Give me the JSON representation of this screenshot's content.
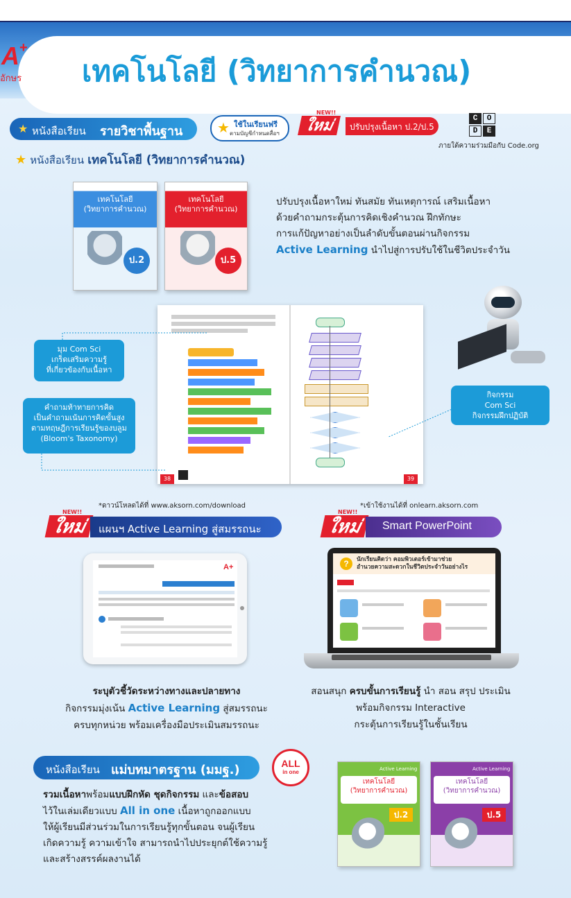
{
  "brand": {
    "logo": "A",
    "logo_plus": "+",
    "logo_text": "อักษร",
    "color": "#e3202d"
  },
  "header": {
    "title": "เทคโนโลยี (วิทยาการคำนวณ)",
    "title_color": "#1a9bd8"
  },
  "textbook": {
    "badge_prefix": "หนังสือเรียน",
    "badge_strong": "รายวิชาพื้นฐาน",
    "approved_line1": "ใช้ในเรียนฟรี",
    "approved_line2": "ตามบัญชีกำหนดสื่อฯ",
    "new_tag": "NEW!!",
    "new_label": "ใหม่",
    "update_text": "ปรับปรุงเนื้อหา ป.2/ป.5",
    "code_letters": [
      "C",
      "O",
      "D",
      "E"
    ],
    "code_caption": "ภายใต้ความร่วมมือกับ Code.org",
    "subtitle_prefix": "หนังสือเรียน",
    "subtitle_strong": "เทคโนโลยี (วิทยาการคำนวณ)"
  },
  "books": [
    {
      "title": "เทคโนโลยี\n(วิทยาการคำนวณ)",
      "grade": "ป.2",
      "color": "#2b7fd0"
    },
    {
      "title": "เทคโนโลยี\n(วิทยาการคำนวณ)",
      "grade": "ป.5",
      "color": "#e3202d"
    }
  ],
  "intro": {
    "line1": "ปรับปรุงเนื้อหาใหม่ ทันสมัย ทันเหตุการณ์ เสริมเนื้อหา",
    "line2": "ด้วยคำถามกระตุ้นการคิดเชิงคำนวณ ฝึกทักษะ",
    "line3": "การแก้ปัญหาอย่างเป็นลำดับขั้นตอนผ่านกิจกรรม",
    "highlight": "Active Learning",
    "line4_rest": " นำไปสู่การปรับใช้ในชีวิตประจำวัน"
  },
  "spread": {
    "page_left": "38",
    "page_right": "39"
  },
  "callouts": {
    "left1": "มุม Com Sci\nเกร็ดเสริมความรู้\nที่เกี่ยวข้องกับเนื้อหา",
    "left2": "คำถามท้าทายการคิด\nเป็นคำถามเน้นการคิดขั้นสูง\nตามทฤษฎีการเรียนรู้ของบลูม\n(Bloom's Taxonomy)",
    "right": "กิจกรรม\nCom Sci\nกิจกรรมฝึกปฏิบัติ"
  },
  "plan": {
    "note": "*ดาวน์โหลดได้ที่ www.aksorn.com/download",
    "new_tag": "NEW!!",
    "new_label": "ใหม่",
    "title": "แผนฯ Active Learning สู่สมรรถนะ",
    "desc_bold": "ระบุตัวชี้วัดระหว่างทางและปลายทาง",
    "desc2_prefix": "กิจกรรมมุ่งเน้น ",
    "desc2_hl": "Active Learning",
    "desc2_rest": " สู่สมรรถนะ",
    "desc3": "ครบทุกหน่วย พร้อมเครื่องมือประเมินสมรรถนะ"
  },
  "ppt": {
    "note": "*เข้าใช้งานได้ที่ onlearn.aksorn.com",
    "new_tag": "NEW!!",
    "new_label": "ใหม่",
    "title": "Smart PowerPoint",
    "screen_question": "นักเรียนคิดว่า คอมพิวเตอร์เข้ามาช่วย\nอำนวยความสะดวกในชีวิตประจำวันอย่างไร",
    "desc1_prefix": "สอนสนุก ",
    "desc1_bold": "ครบขั้นการเรียนรู้",
    "desc1_rest": " นำ สอน สรุป ประเมิน",
    "desc2": "พร้อมกิจกรรม Interactive",
    "desc3": "กระตุ้นการเรียนรู้ในชั้นเรียน"
  },
  "standard": {
    "title_prefix": "หนังสือเรียน",
    "title_strong": "แม่บทมาตรฐาน (มมฐ.)",
    "allinone_1": "ALL",
    "allinone_2": "in one",
    "p1_a": "รวมเนื้อหา",
    "p1_b": "พร้อม",
    "p1_c": "แบบฝึกหัด ชุดกิจกรรม",
    "p1_d": " และ",
    "p1_e": "ข้อสอบ",
    "p2_a": "ไว้ในเล่มเดียวแบบ ",
    "p2_hl": "All in one",
    "p2_b": " เนื้อหาถูกออกแบบ",
    "p3": "ให้ผู้เรียนมีส่วนร่วมในการเรียนรู้ทุกขั้นตอน จนผู้เรียน",
    "p4": "เกิดความรู้ ความเข้าใจ สามารถนำไปประยุกต์ใช้ความรู้",
    "p5": "และสร้างสรรค์ผลงานได้",
    "books": [
      {
        "label": "Active Learning",
        "title": "เทคโนโลยี\n(วิทยาการคำนวณ)",
        "grade": "ป.2",
        "color": "#7cc242"
      },
      {
        "label": "Active Learning",
        "title": "เทคโนโลยี\n(วิทยาการคำนวณ)",
        "grade": "ป.5",
        "color": "#8b3fa8"
      }
    ]
  }
}
